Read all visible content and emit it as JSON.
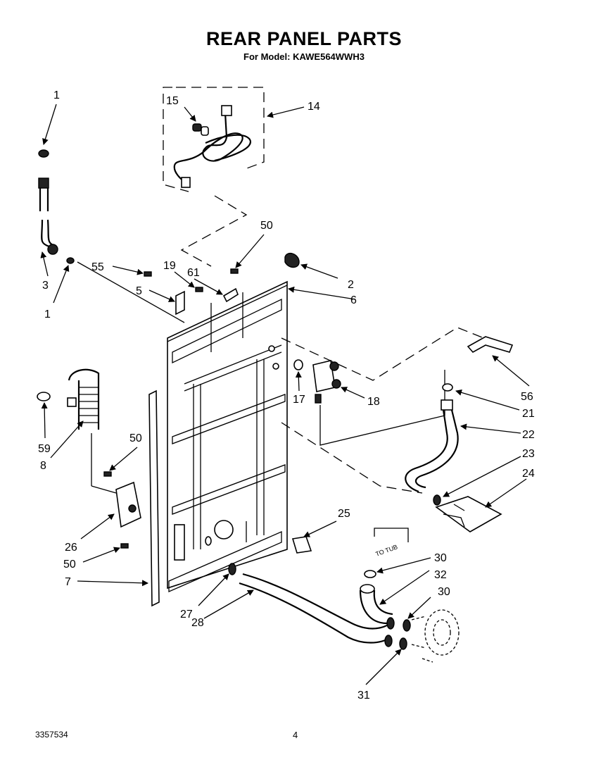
{
  "header": {
    "title": "REAR PANEL PARTS",
    "subtitle": "For Model: KAWE564WWH3"
  },
  "footer": {
    "doc_number": "3357534",
    "page_number": "4"
  },
  "hose_note": "TO TUB",
  "callouts": {
    "c1a": "1",
    "c1b": "1",
    "c2": "2",
    "c3": "3",
    "c5": "5",
    "c6": "6",
    "c7": "7",
    "c8": "8",
    "c14": "14",
    "c15": "15",
    "c17": "17",
    "c18": "18",
    "c19": "19",
    "c21": "21",
    "c22": "22",
    "c23": "23",
    "c24": "24",
    "c25": "25",
    "c26": "26",
    "c27": "27",
    "c28": "28",
    "c30a": "30",
    "c30b": "30",
    "c31": "31",
    "c32": "32",
    "c50a": "50",
    "c50b": "50",
    "c50c": "50",
    "c55": "55",
    "c56": "56",
    "c59": "59",
    "c61": "61"
  }
}
